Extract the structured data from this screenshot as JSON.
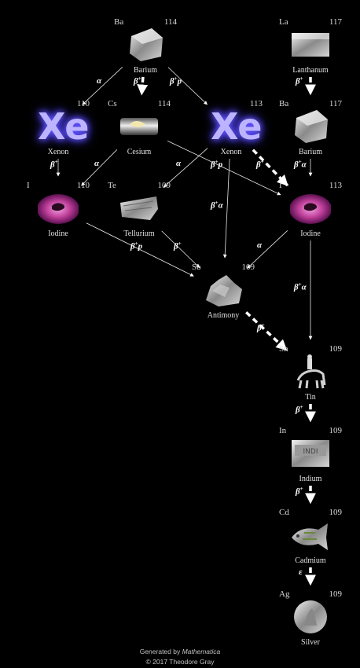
{
  "nodes": [
    {
      "id": "ba114",
      "symbol": "Ba",
      "mass": "114",
      "name": "Barium"
    },
    {
      "id": "la117",
      "symbol": "La",
      "mass": "117",
      "name": "Lanthanum"
    },
    {
      "id": "xe110",
      "symbol": "",
      "mass": "110",
      "name": "Xenon"
    },
    {
      "id": "cs114",
      "symbol": "Cs",
      "mass": "114",
      "name": "Cesium"
    },
    {
      "id": "xe113",
      "symbol": "",
      "mass": "113",
      "name": "Xenon"
    },
    {
      "id": "ba117",
      "symbol": "Ba",
      "mass": "117",
      "name": "Barium"
    },
    {
      "id": "i110",
      "symbol": "I",
      "mass": "110",
      "name": "Iodine"
    },
    {
      "id": "te109",
      "symbol": "Te",
      "mass": "109",
      "name": "Tellurium"
    },
    {
      "id": "i113",
      "symbol": "I",
      "mass": "113",
      "name": "Iodine"
    },
    {
      "id": "sb109",
      "symbol": "Sb",
      "mass": "109",
      "name": "Antimony"
    },
    {
      "id": "sn109",
      "symbol": "Sn",
      "mass": "109",
      "name": "Tin"
    },
    {
      "id": "in109",
      "symbol": "In",
      "mass": "109",
      "name": "Indium"
    },
    {
      "id": "cd109",
      "symbol": "Cd",
      "mass": "109",
      "name": "Cadmium"
    },
    {
      "id": "ag109",
      "symbol": "Ag",
      "mass": "109",
      "name": "Silver"
    }
  ],
  "xenon_glyph": "Xe",
  "decay_labels": {
    "ba114_xe110": "α",
    "ba114_cs114": "β+",
    "ba114_xe113": "β+p",
    "la117_ba117": "β+",
    "xe110_i110": "β+",
    "cs114_i110": "α",
    "xe113_te109": "α",
    "cs114_i113": "β+p",
    "xe113_i113": "β+",
    "ba117_i113": "β+α",
    "xe113_sb109": "β+α",
    "i110_sb109": "β+p",
    "te109_sb109": "β+",
    "i113_sb109": "α",
    "i113_sn109": "β+α",
    "sb109_sn109": "β+",
    "sn109_in109": "β+",
    "in109_cd109": "β+",
    "cd109_ag109": "ε"
  },
  "footer": {
    "line1_prefix": "Generated by ",
    "line1_software": "Mathematica",
    "line2": "© 2017 Theodore Gray"
  },
  "colors": {
    "background": "#000000",
    "xenon_glow": "#7a6cff",
    "iodine": "#c0409a",
    "arrow_thin": "#e6e6e6",
    "arrow_main": "#ffffff"
  }
}
